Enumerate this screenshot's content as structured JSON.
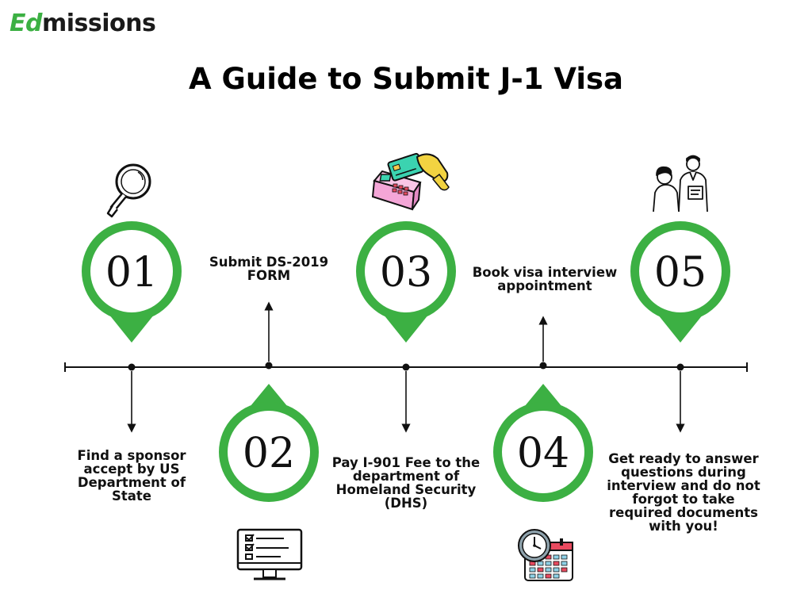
{
  "brand": {
    "logo_prefix": "Ed",
    "logo_suffix": "missions",
    "accent_color": "#3cb043"
  },
  "title": "A Guide to Submit J-1 Visa",
  "steps": [
    {
      "number": "01",
      "text": "Find a sponsor accept by US Department of State",
      "icon": "magnifying-glass-icon"
    },
    {
      "number": "02",
      "text": "Submit DS-2019 FORM",
      "icon": "computer-checklist-icon"
    },
    {
      "number": "03",
      "text": "Pay I-901 Fee to the department of Homeland Security (DHS)",
      "icon": "card-payment-icon"
    },
    {
      "number": "04",
      "text": "Book visa interview appointment",
      "icon": "clock-calendar-icon"
    },
    {
      "number": "05",
      "text": "Get ready to answer questions during interview and do not forgot to take required documents with you!",
      "icon": "interview-people-icon"
    }
  ]
}
